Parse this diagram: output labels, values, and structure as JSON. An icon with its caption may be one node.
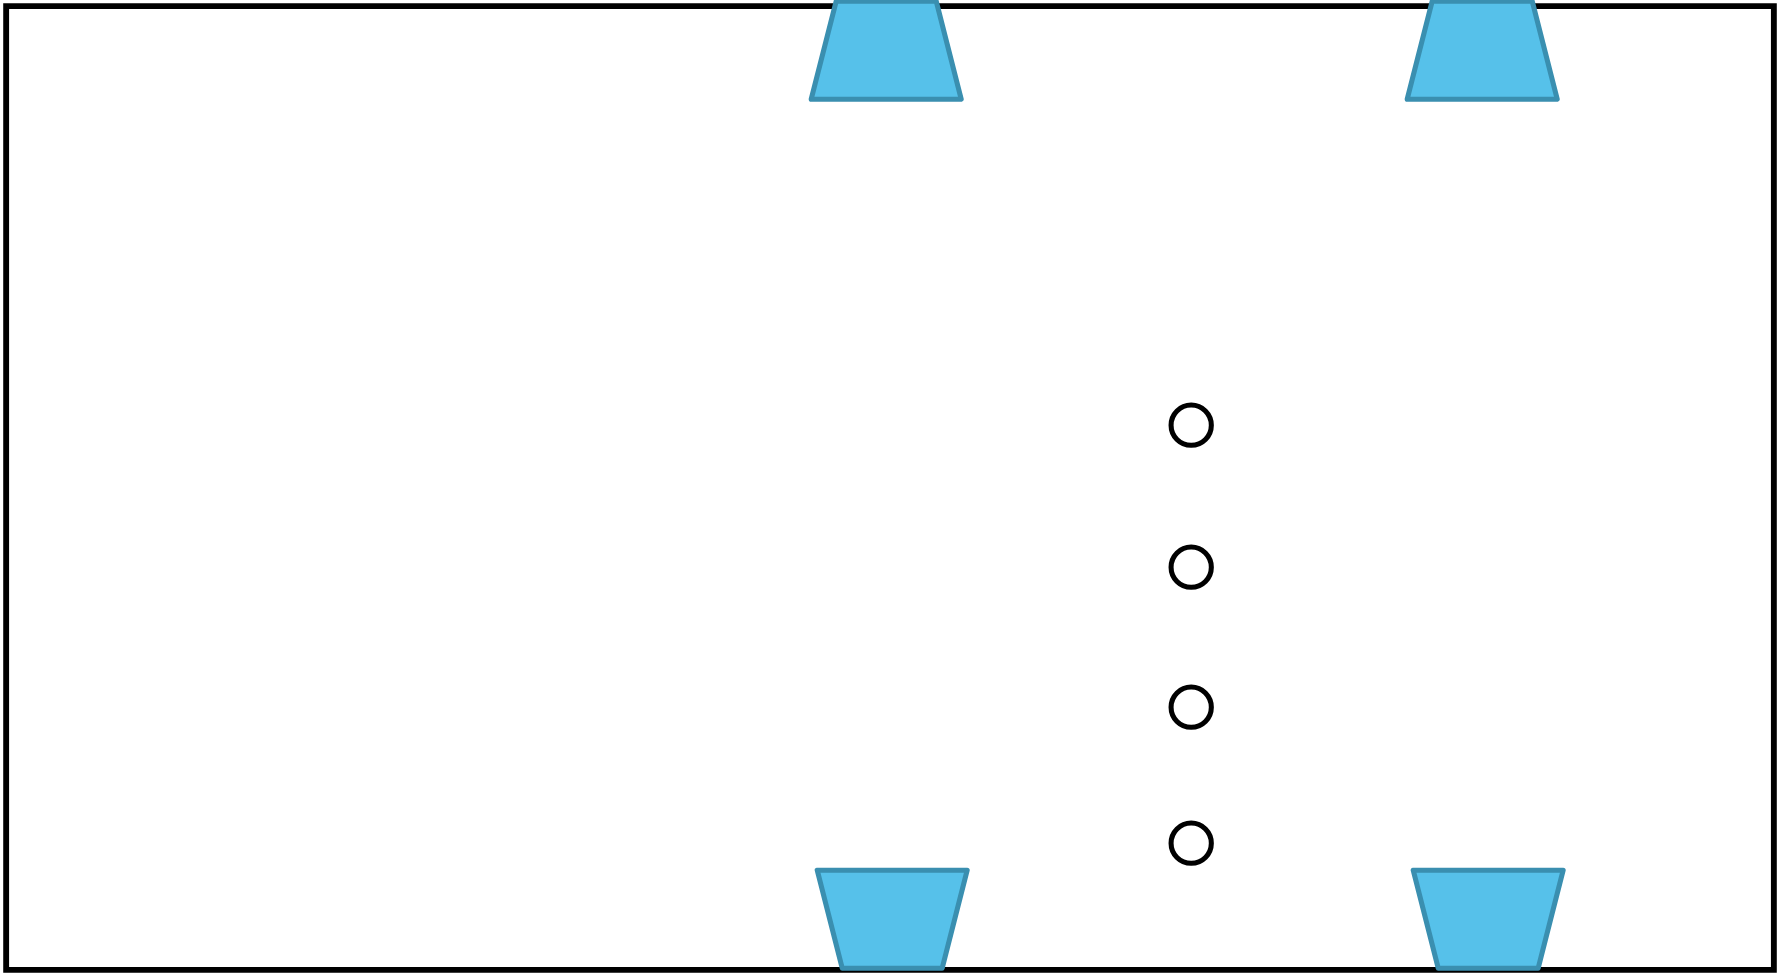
{
  "diagram": {
    "nodes": [
      {
        "text": [],
        "shape": "box"
      },
      {
        "text": [],
        "shape": "trapezoid",
        "in": 0
      },
      {
        "text": [],
        "shape": "trapezoid",
        "in": 0
      },
      {
        "text": [],
        "shape": "circle",
        "in": 0
      },
      {
        "text": [],
        "shape": "circle",
        "in": 0
      },
      {
        "text": [],
        "shape": "circle",
        "in": 0
      },
      {
        "text": [],
        "shape": "circle",
        "in": 0
      },
      {
        "text": [],
        "shape": "trapezoid",
        "in": 0
      },
      {
        "text": [],
        "shape": "trapezoid",
        "in": 0
      }
    ]
  }
}
